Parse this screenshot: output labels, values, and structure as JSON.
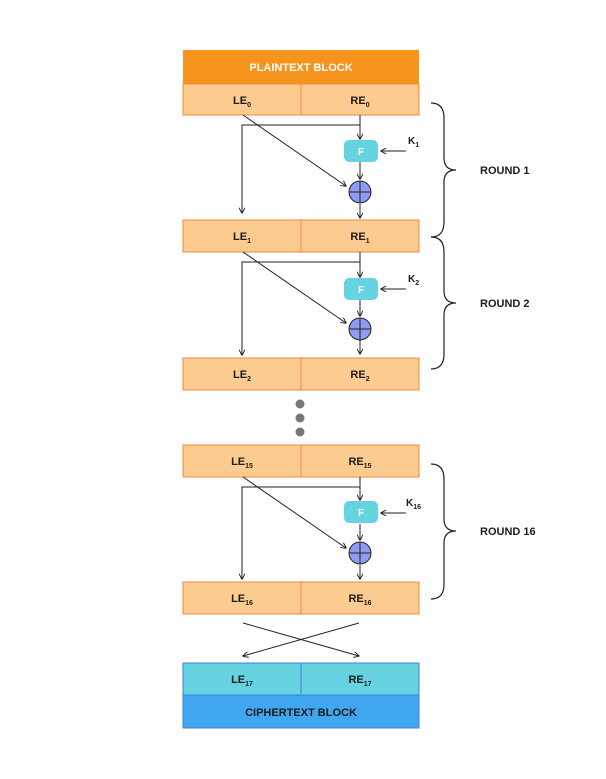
{
  "plaintext_label": "PLAINTEXT BLOCK",
  "ciphertext_label": "CIPHERTEXT BLOCK",
  "function_label": "F",
  "stages": [
    {
      "le": "LE",
      "le_sub": "0",
      "re": "RE",
      "re_sub": "0"
    },
    {
      "le": "LE",
      "le_sub": "1",
      "re": "RE",
      "re_sub": "1"
    },
    {
      "le": "LE",
      "le_sub": "2",
      "re": "RE",
      "re_sub": "2"
    },
    {
      "le": "LE",
      "le_sub": "15",
      "re": "RE",
      "re_sub": "15"
    },
    {
      "le": "LE",
      "le_sub": "16",
      "re": "RE",
      "re_sub": "16"
    },
    {
      "le": "LE",
      "le_sub": "17",
      "re": "RE",
      "re_sub": "17"
    }
  ],
  "rounds": [
    {
      "label": "ROUND 1",
      "key": "K",
      "key_sub": "1"
    },
    {
      "label": "ROUND 2",
      "key": "K",
      "key_sub": "2"
    },
    {
      "label": "ROUND 16",
      "key": "K",
      "key_sub": "16"
    }
  ],
  "colors": {
    "plaintext": "#F7941D",
    "half_block": "#FCCB8F",
    "half_border": "#F08A3C",
    "f_box": "#66D3E0",
    "xor": "#8E9BEF",
    "output_half": "#66D3E0",
    "ciphertext": "#3FA7F0",
    "output_border": "#3D7FE0",
    "dots": "#777777",
    "line": "#222222"
  }
}
